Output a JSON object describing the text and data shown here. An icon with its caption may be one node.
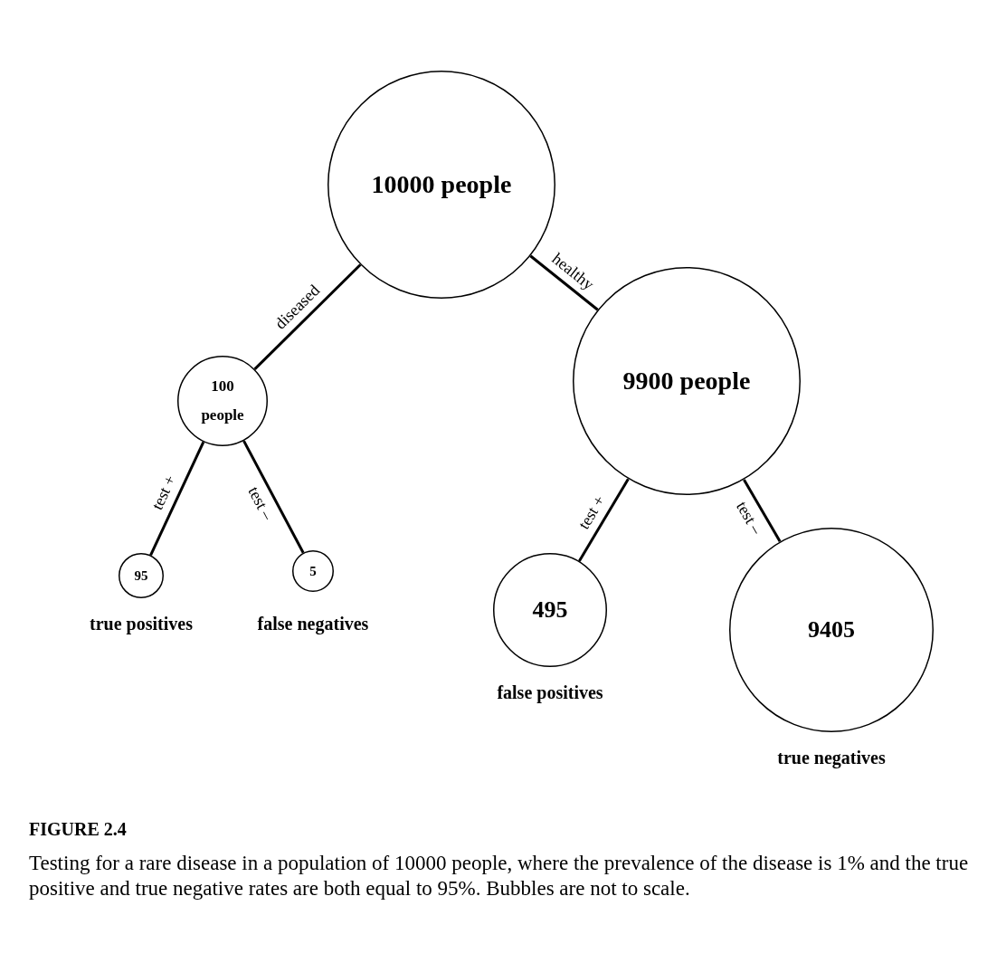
{
  "diagram": {
    "title": "FIGURE 2.4",
    "caption": "Testing for a rare disease in a population of 10000 people, where the prevalence of the disease is 1% and the true positive and true negative rates are both equal to 95%. Bubbles are not to scale.",
    "nodes": [
      {
        "text": [
          "10000 people"
        ]
      },
      {
        "text": [
          "100 people"
        ]
      },
      {
        "text": [
          "9900 people"
        ]
      },
      {
        "text": [
          "95"
        ],
        "beside": [
          "true positives"
        ]
      },
      {
        "text": [
          "5"
        ],
        "beside": [
          "false negatives"
        ]
      },
      {
        "text": [
          "495"
        ],
        "beside": [
          "false positives"
        ]
      },
      {
        "text": [
          "9405"
        ],
        "beside": [
          "true negatives"
        ]
      }
    ],
    "edges": [
      {
        "from": 0,
        "to": 1,
        "arrow": "none",
        "label": "diseased"
      },
      {
        "from": 0,
        "to": 2,
        "arrow": "none",
        "label": "healthy"
      },
      {
        "from": 1,
        "to": 3,
        "arrow": "none",
        "label": "test +"
      },
      {
        "from": 1,
        "to": 4,
        "arrow": "none",
        "label": "test –"
      },
      {
        "from": 2,
        "to": 5,
        "arrow": "none",
        "label": "test +"
      },
      {
        "from": 2,
        "to": 6,
        "arrow": "none",
        "label": "test –"
      }
    ]
  }
}
